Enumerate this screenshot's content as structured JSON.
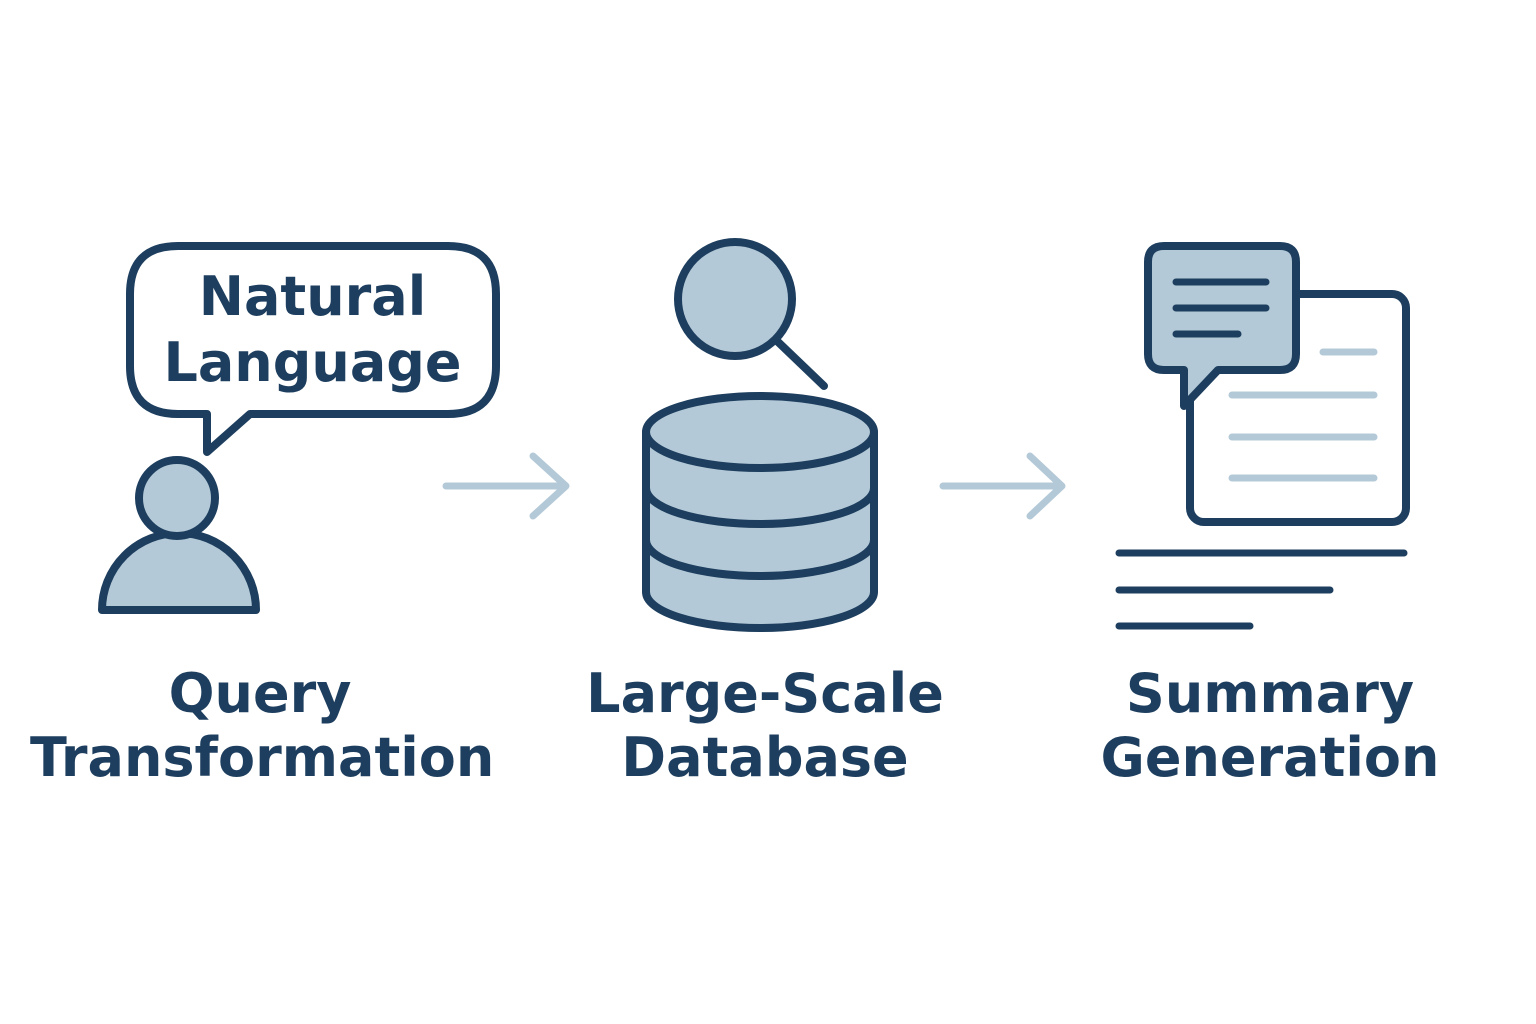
{
  "colors": {
    "stroke": "#1d3e5e",
    "fill": "#b4c9d7",
    "arrow": "#b4c9d7",
    "background": "#ffffff"
  },
  "bubble": {
    "line1": "Natural",
    "line2": "Language"
  },
  "steps": [
    {
      "icon": "user-icon",
      "line1": "Query",
      "line2": "Transformation"
    },
    {
      "icon": "database-search-icon",
      "line1": "Large-Scale",
      "line2": "Database"
    },
    {
      "icon": "document-chat-icon",
      "line1": "Summary",
      "line2": "Generation"
    }
  ],
  "connectors": [
    "arrow-right-icon",
    "arrow-right-icon"
  ]
}
